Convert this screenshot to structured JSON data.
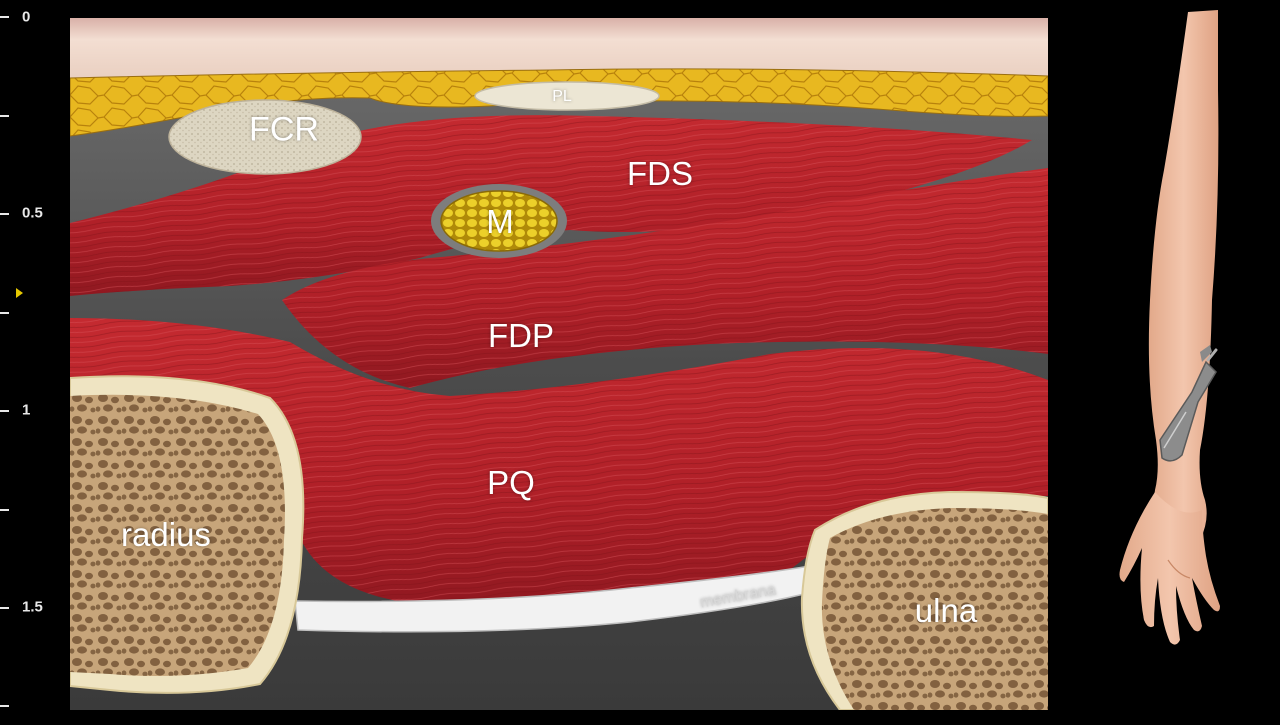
{
  "depth_scale": {
    "unit_labels": [
      "0",
      "0.5",
      "1",
      "1.5"
    ],
    "focus_marker_color": "#e6c800"
  },
  "structures": {
    "fcr": "FCR",
    "pl": "PL",
    "fds": "FDS",
    "median": "M",
    "fdp": "FDP",
    "pq": "PQ",
    "radius": "radius",
    "ulna": "ulna",
    "membrane": "membrana"
  },
  "colors": {
    "background": "#000000",
    "muscle": "#b8232b",
    "fat": "#e8b820",
    "nerve": "#e4c21c",
    "tendon": "#dcd5c0",
    "bone": "#c9a878",
    "skin": "#f3ded2"
  },
  "icons": {
    "probe": "ultrasound-probe-icon",
    "arm": "forearm-icon"
  }
}
